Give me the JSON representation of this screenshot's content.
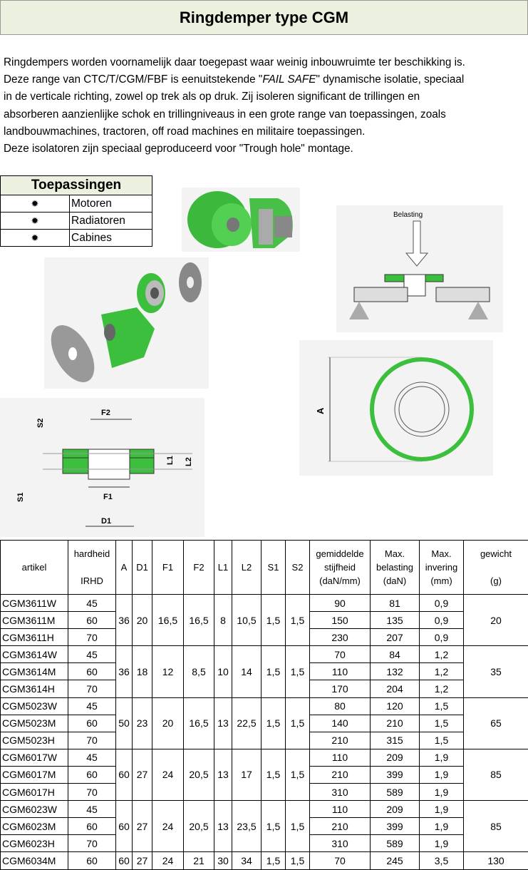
{
  "title": "Ringdemper type CGM",
  "intro": {
    "l1": "Ringdempers worden voornamelijk daar toegepast waar weinig inbouwruimte ter beschikking is.",
    "l2a": "Deze range van CTC/T/CGM/FBF is eenuitstekende \"",
    "l2b": "FAIL SAFE",
    "l2c": "\" dynamische isolatie, speciaal",
    "l3": "in de verticale richting, zowel op trek als op druk. Zij isoleren significant de trillingen en",
    "l4": "absorberen aanzienlijke schok en trillingniveaus in een grote range van toepassingen, zoals",
    "l5": "landbouwmachines, tractoren, off road machines en militaire toepassingen.",
    "l6": "Deze isolatoren zijn speciaal geproduceerd voor \"Trough hole\" montage."
  },
  "toepassingen": {
    "header": "Toepassingen",
    "bullet": "✹",
    "items": [
      "Motoren",
      "Radiatoren",
      "Cabines"
    ]
  },
  "diagrams": {
    "belasting": "Belasting",
    "a": "A",
    "f2": "F2",
    "s2": "S2",
    "l1": "L1",
    "l2": "L2",
    "s1": "S1",
    "f1": "F1",
    "d1": "D1"
  },
  "colors": {
    "green": "#3fbf3f",
    "header_bg": "#ebf1de"
  },
  "table": {
    "headers": [
      "artikel",
      "hardheid\n\nIRHD",
      "A",
      "D1",
      "F1",
      "F2",
      "L1",
      "L2",
      "S1",
      "S2",
      "gemiddelde\nstijfheid\n(daN/mm)",
      "Max.\nbelasting\n(daN)",
      "Max.\ninvering\n(mm)",
      "gewicht\n\n(g)"
    ],
    "groups": [
      {
        "A": "36",
        "D1": "20",
        "F1": "16,5",
        "F2": "16,5",
        "L1": "8",
        "L2": "10,5",
        "S1": "1,5",
        "S2": "1,5",
        "gewicht": "20",
        "rows": [
          [
            "CGM3611W",
            "45",
            "90",
            "81",
            "0,9"
          ],
          [
            "CGM3611M",
            "60",
            "150",
            "135",
            "0,9"
          ],
          [
            "CGM3611H",
            "70",
            "230",
            "207",
            "0,9"
          ]
        ]
      },
      {
        "A": "36",
        "D1": "18",
        "F1": "12",
        "F2": "8,5",
        "L1": "10",
        "L2": "14",
        "S1": "1,5",
        "S2": "1,5",
        "gewicht": "35",
        "rows": [
          [
            "CGM3614W",
            "45",
            "70",
            "84",
            "1,2"
          ],
          [
            "CGM3614M",
            "60",
            "110",
            "132",
            "1,2"
          ],
          [
            "CGM3614H",
            "70",
            "170",
            "204",
            "1,2"
          ]
        ]
      },
      {
        "A": "50",
        "D1": "23",
        "F1": "20",
        "F2": "16,5",
        "L1": "13",
        "L2": "22,5",
        "S1": "1,5",
        "S2": "1,5",
        "gewicht": "65",
        "rows": [
          [
            "CGM5023W",
            "45",
            "80",
            "120",
            "1,5"
          ],
          [
            "CGM5023M",
            "60",
            "140",
            "210",
            "1,5"
          ],
          [
            "CGM5023H",
            "70",
            "210",
            "315",
            "1,5"
          ]
        ]
      },
      {
        "A": "60",
        "D1": "27",
        "F1": "24",
        "F2": "20,5",
        "L1": "13",
        "L2": "17",
        "S1": "1,5",
        "S2": "1,5",
        "gewicht": "85",
        "rows": [
          [
            "CGM6017W",
            "45",
            "110",
            "209",
            "1,9"
          ],
          [
            "CGM6017M",
            "60",
            "210",
            "399",
            "1,9"
          ],
          [
            "CGM6017H",
            "70",
            "310",
            "589",
            "1,9"
          ]
        ]
      },
      {
        "A": "60",
        "D1": "27",
        "F1": "24",
        "F2": "20,5",
        "L1": "13",
        "L2": "23,5",
        "S1": "1,5",
        "S2": "1,5",
        "gewicht": "85",
        "rows": [
          [
            "CGM6023W",
            "45",
            "110",
            "209",
            "1,9"
          ],
          [
            "CGM6023M",
            "60",
            "210",
            "399",
            "1,9"
          ],
          [
            "CGM6023H",
            "70",
            "310",
            "589",
            "1,9"
          ]
        ]
      },
      {
        "A": "60",
        "D1": "27",
        "F1": "24",
        "F2": "21",
        "L1": "30",
        "L2": "34",
        "S1": "1,5",
        "S2": "1,5",
        "gewicht": "130",
        "rows": [
          [
            "CGM6034M",
            "60",
            "70",
            "245",
            "3,5"
          ]
        ]
      }
    ]
  }
}
